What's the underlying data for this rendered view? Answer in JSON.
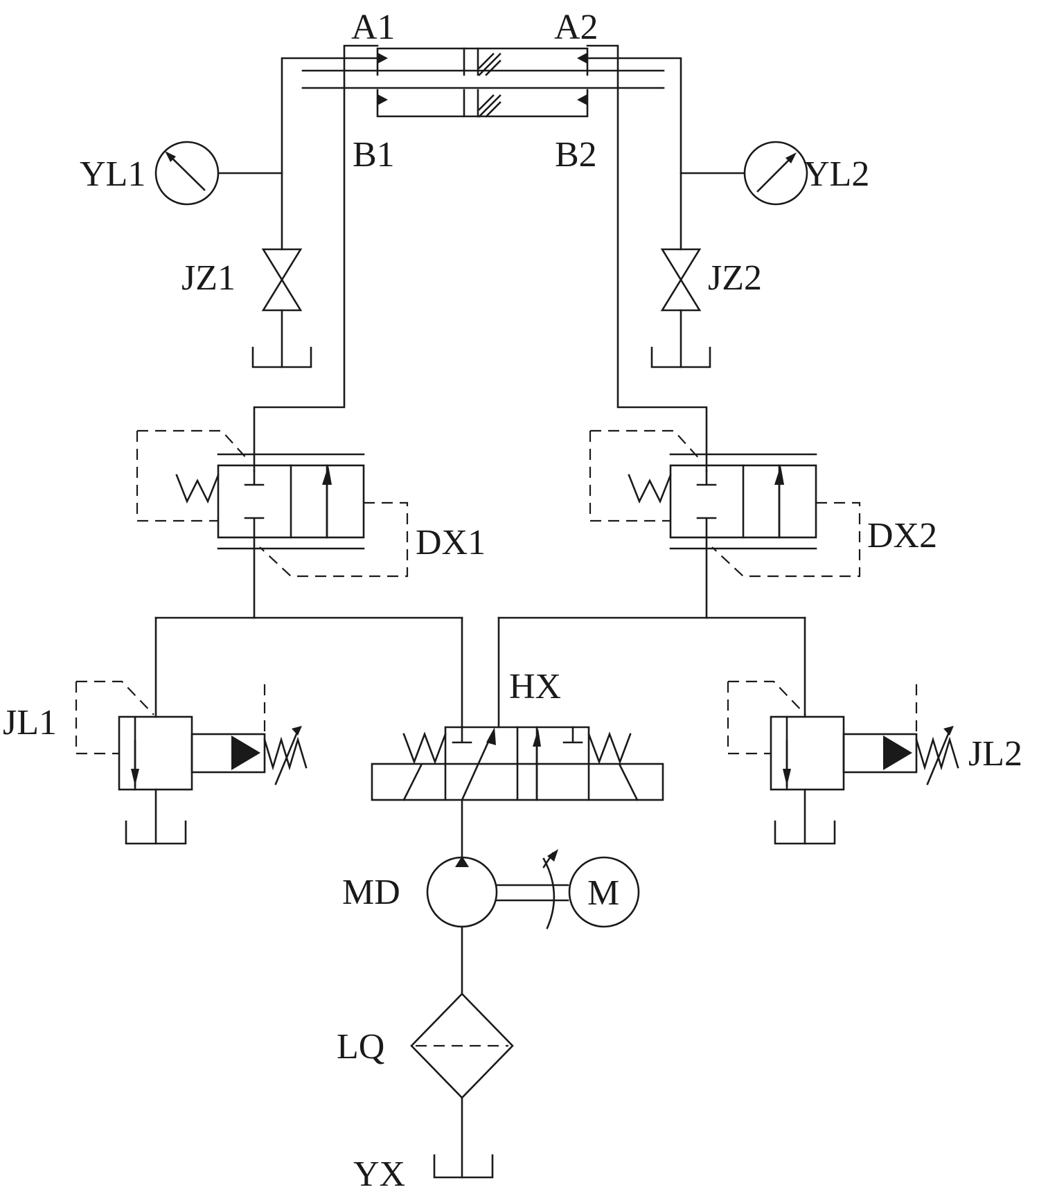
{
  "labels": {
    "A1": "A1",
    "A2": "A2",
    "B1": "B1",
    "B2": "B2",
    "YL1": "YL1",
    "YL2": "YL2",
    "JZ1": "JZ1",
    "JZ2": "JZ2",
    "DX1": "DX1",
    "DX2": "DX2",
    "HX": "HX",
    "JL1": "JL1",
    "JL2": "JL2",
    "MD": "MD",
    "M": "M",
    "LQ": "LQ",
    "YX": "YX"
  },
  "colors": {
    "line": "#1a1a1a",
    "background": "#ffffff"
  }
}
